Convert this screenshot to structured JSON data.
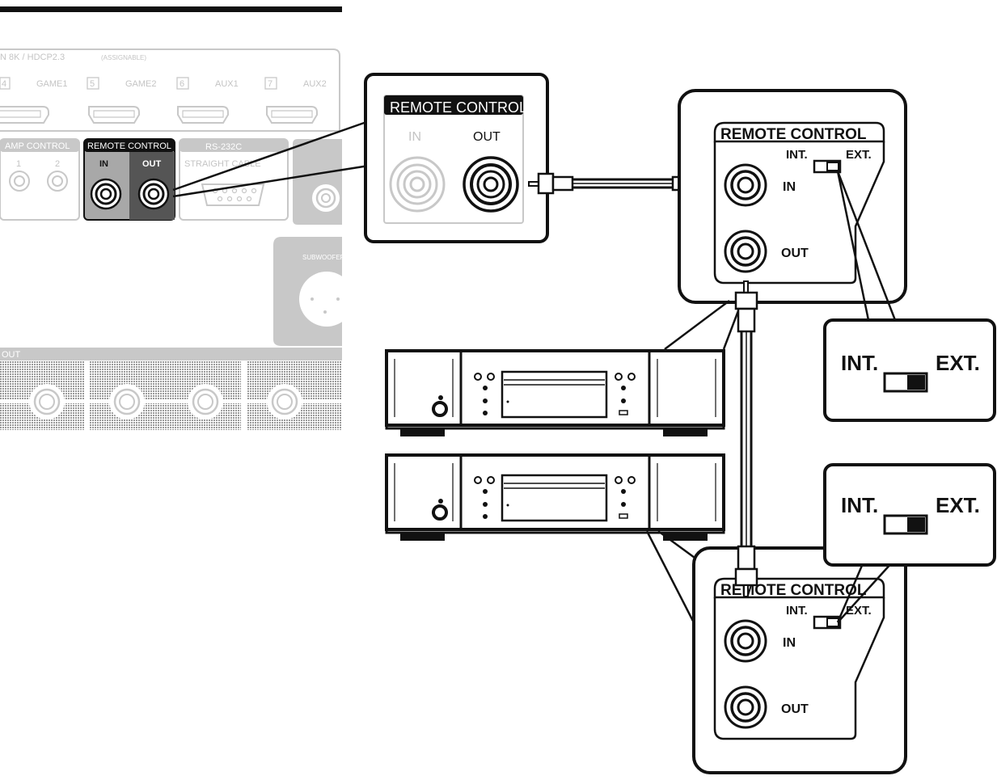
{
  "rear_panel": {
    "hdmi_header": "N 8K / HDCP2.3",
    "hdmi_assignable": "(ASSIGNABLE)",
    "hdmi_ports": [
      {
        "num": "4",
        "label": "GAME1"
      },
      {
        "num": "5",
        "label": "GAME2"
      },
      {
        "num": "6",
        "label": "AUX1"
      },
      {
        "num": "7",
        "label": "AUX2"
      }
    ],
    "amp_control": {
      "title": "AMP CONTROL",
      "jack1": "1",
      "jack2": "2"
    },
    "remote_control": {
      "title": "REMOTE CONTROL",
      "in": "IN",
      "out": "OUT"
    },
    "rs232c": {
      "title": "RS-232C",
      "sub": "STRAIGHT CABLE"
    },
    "subwoofer": "SUBWOOFER",
    "out_header": "OUT"
  },
  "zoom_rear": {
    "title": "REMOTE CONTROL",
    "in": "IN",
    "out": "OUT"
  },
  "device_top": {
    "title": "REMOTE CONTROL",
    "int": "INT.",
    "ext": "EXT.",
    "in": "IN",
    "out": "OUT"
  },
  "device_bottom": {
    "title": "REMOTE CONTROL",
    "int": "INT.",
    "ext": "EXT.",
    "in": "IN",
    "out": "OUT"
  },
  "switch_zoom_top": {
    "int": "INT.",
    "ext": "EXT."
  },
  "switch_zoom_bottom": {
    "int": "INT.",
    "ext": "EXT."
  }
}
